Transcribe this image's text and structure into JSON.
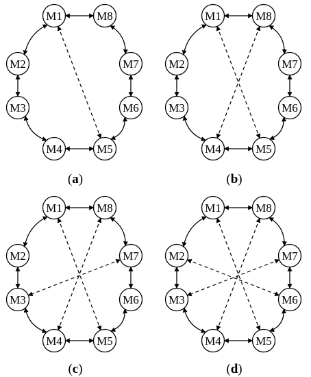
{
  "panels": [
    {
      "id": "a",
      "caption": {
        "open": "(",
        "letter": "a",
        "close": ")"
      },
      "nodes": [
        "M1",
        "M2",
        "M3",
        "M4",
        "M5",
        "M6",
        "M7",
        "M8"
      ],
      "dashed_links": [
        [
          "M1",
          "M5"
        ]
      ]
    },
    {
      "id": "b",
      "caption": {
        "open": "(",
        "letter": "b",
        "close": ")"
      },
      "nodes": [
        "M1",
        "M2",
        "M3",
        "M4",
        "M5",
        "M6",
        "M7",
        "M8"
      ],
      "dashed_links": [
        [
          "M1",
          "M5"
        ],
        [
          "M8",
          "M4"
        ]
      ]
    },
    {
      "id": "c",
      "caption": {
        "open": "(",
        "letter": "c",
        "close": ")"
      },
      "nodes": [
        "M1",
        "M2",
        "M3",
        "M4",
        "M5",
        "M6",
        "M7",
        "M8"
      ],
      "dashed_links": [
        [
          "M1",
          "M5"
        ],
        [
          "M8",
          "M4"
        ],
        [
          "M7",
          "M3"
        ]
      ]
    },
    {
      "id": "d",
      "caption": {
        "open": "(",
        "letter": "d",
        "close": ")"
      },
      "nodes": [
        "M1",
        "M2",
        "M3",
        "M4",
        "M5",
        "M6",
        "M7",
        "M8"
      ],
      "dashed_links": [
        [
          "M1",
          "M5"
        ],
        [
          "M8",
          "M4"
        ],
        [
          "M7",
          "M3"
        ],
        [
          "M2",
          "M6"
        ]
      ]
    }
  ],
  "ring_links": [
    [
      "M1",
      "M8"
    ],
    [
      "M8",
      "M7"
    ],
    [
      "M7",
      "M6"
    ],
    [
      "M6",
      "M5"
    ],
    [
      "M5",
      "M4"
    ],
    [
      "M4",
      "M3"
    ],
    [
      "M3",
      "M2"
    ],
    [
      "M2",
      "M1"
    ]
  ]
}
